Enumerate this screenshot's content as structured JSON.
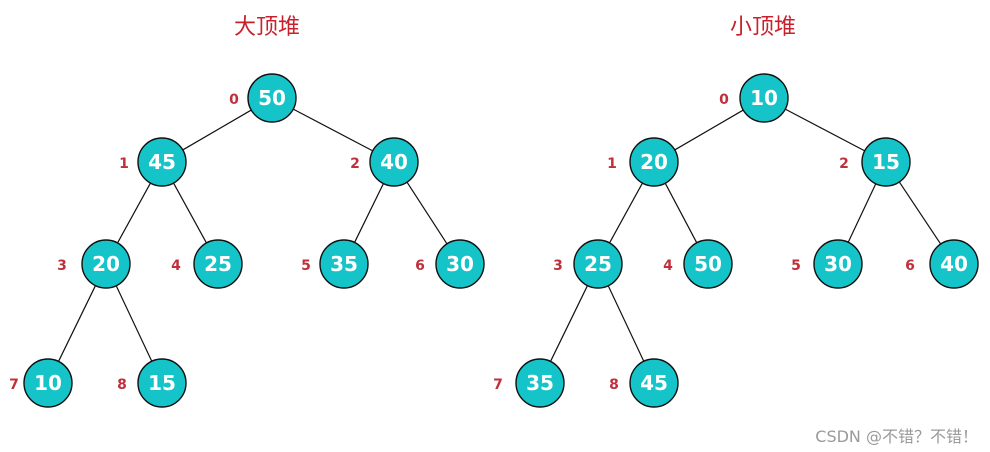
{
  "heaps": [
    {
      "id": "max-heap",
      "title": "大顶堆",
      "nodes": [
        {
          "index": "0",
          "value": "50"
        },
        {
          "index": "1",
          "value": "45"
        },
        {
          "index": "2",
          "value": "40"
        },
        {
          "index": "3",
          "value": "20"
        },
        {
          "index": "4",
          "value": "25"
        },
        {
          "index": "5",
          "value": "35"
        },
        {
          "index": "6",
          "value": "30"
        },
        {
          "index": "7",
          "value": "10"
        },
        {
          "index": "8",
          "value": "15"
        }
      ]
    },
    {
      "id": "min-heap",
      "title": "小顶堆",
      "nodes": [
        {
          "index": "0",
          "value": "10"
        },
        {
          "index": "1",
          "value": "20"
        },
        {
          "index": "2",
          "value": "15"
        },
        {
          "index": "3",
          "value": "25"
        },
        {
          "index": "4",
          "value": "50"
        },
        {
          "index": "5",
          "value": "30"
        },
        {
          "index": "6",
          "value": "40"
        },
        {
          "index": "7",
          "value": "35"
        },
        {
          "index": "8",
          "value": "45"
        }
      ]
    }
  ],
  "watermark": "CSDN @不错？不错！",
  "colors": {
    "node_fill": "#14c4c9",
    "title": "#c8202c",
    "index_label": "#c0303a"
  }
}
